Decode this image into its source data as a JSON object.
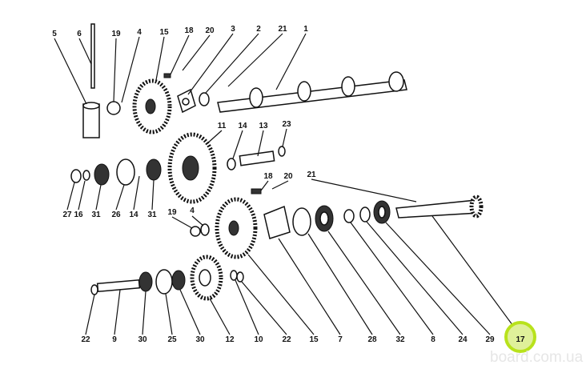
{
  "labels": [
    "5",
    "6",
    "19",
    "4",
    "15",
    "18",
    "20",
    "3",
    "2",
    "21",
    "1",
    "11",
    "14",
    "13",
    "23",
    "18",
    "20",
    "21",
    "27",
    "16",
    "31",
    "26",
    "14",
    "31",
    "19",
    "4",
    "22",
    "9",
    "30",
    "25",
    "30",
    "12",
    "10",
    "22",
    "15",
    "7",
    "28",
    "32",
    "8",
    "24",
    "29",
    "17"
  ],
  "watermark": "board.com.ua",
  "colors": {
    "highlight": "#b8e21c",
    "ink": "#111111"
  }
}
